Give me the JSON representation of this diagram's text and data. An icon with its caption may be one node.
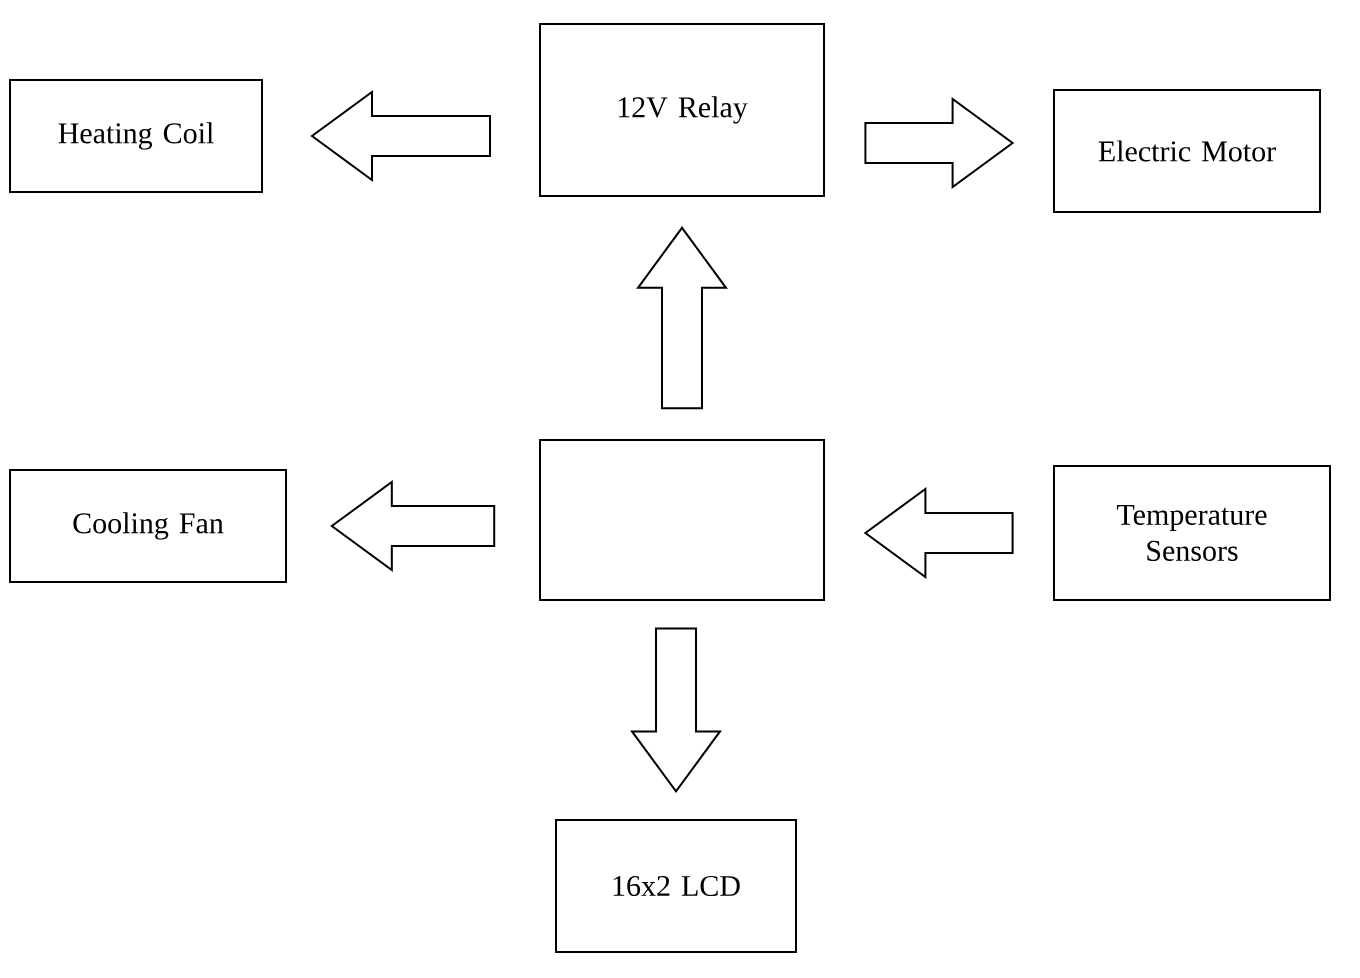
{
  "diagram": {
    "nodes": [
      {
        "text": [
          "Heating Coil"
        ]
      },
      {
        "text": [
          "12V Relay"
        ]
      },
      {
        "text": [
          "Electric Motor"
        ]
      },
      {
        "text": [
          "Cooling Fan"
        ]
      },
      {
        "text": [],
        "shape": "box"
      },
      {
        "text": [
          "Temperature Sensors"
        ]
      },
      {
        "text": [
          "16x2 LCD"
        ]
      }
    ],
    "edges": [
      {
        "from": 1,
        "to": 0,
        "arrow": "to"
      },
      {
        "from": 1,
        "to": 2,
        "arrow": "to"
      },
      {
        "from": 4,
        "to": 1,
        "arrow": "to"
      },
      {
        "from": 4,
        "to": 3,
        "arrow": "to"
      },
      {
        "from": 5,
        "to": 4,
        "arrow": "to"
      },
      {
        "from": 4,
        "to": 6,
        "arrow": "to"
      }
    ]
  }
}
